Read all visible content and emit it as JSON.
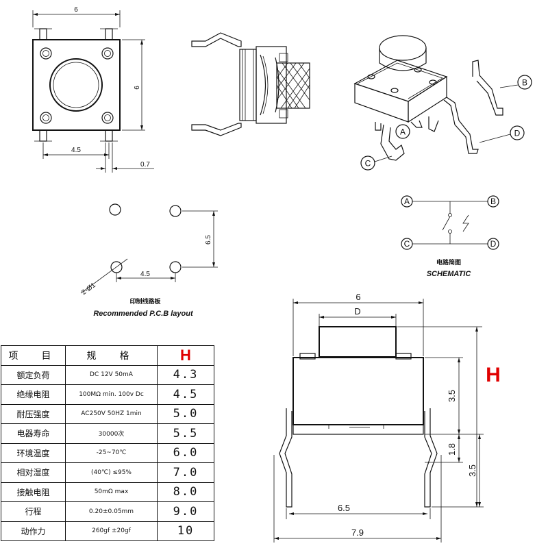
{
  "top_view": {
    "dim_width": "6",
    "dim_height": "6",
    "dim_pin_pitch": "4.5",
    "dim_pin_width": "0.7"
  },
  "iso_view": {
    "pin_labels": [
      "A",
      "B",
      "C",
      "D"
    ]
  },
  "pcb_layout": {
    "dim_vertical": "6.5",
    "dim_horizontal": "4.5",
    "dim_hole": "2-Ø1",
    "caption_cn": "印制线路板",
    "caption_en": "Recommended P.C.B layout"
  },
  "schematic": {
    "terminals": [
      "A",
      "B",
      "C",
      "D"
    ],
    "caption_cn": "电路简图",
    "caption_en": "SCHEMATIC"
  },
  "side_view": {
    "dim_width": "6",
    "dim_button": "D",
    "dim_body": "3.5",
    "dim_base": "1.8",
    "dim_pin": "3.5",
    "dim_pin_pitch": "6.5",
    "dim_total": "7.9",
    "height_marker": "H"
  },
  "spec_table": {
    "header": [
      "项　目",
      "规　格",
      "H"
    ],
    "rows": [
      {
        "item": "额定负荷",
        "spec": "DC 12V 50mA",
        "h": "4.3"
      },
      {
        "item": "绝缘电阻",
        "spec": "100MΩ min. 100v Dc",
        "h": "4.5"
      },
      {
        "item": "耐压强度",
        "spec": "AC250V 50HZ 1min",
        "h": "5.0"
      },
      {
        "item": "电器寿命",
        "spec": "30000次",
        "h": "5.5"
      },
      {
        "item": "环境温度",
        "spec": "-25~70℃",
        "h": "6.0"
      },
      {
        "item": "相对湿度",
        "spec": "(40℃) ≤95%",
        "h": "7.0"
      },
      {
        "item": "接触电阻",
        "spec": "50mΩ max",
        "h": "8.0"
      },
      {
        "item": "行程",
        "spec": "0.20±0.05mm",
        "h": "9.0"
      },
      {
        "item": "动作力",
        "spec": "260gf ±20gf",
        "h": "10"
      }
    ]
  }
}
